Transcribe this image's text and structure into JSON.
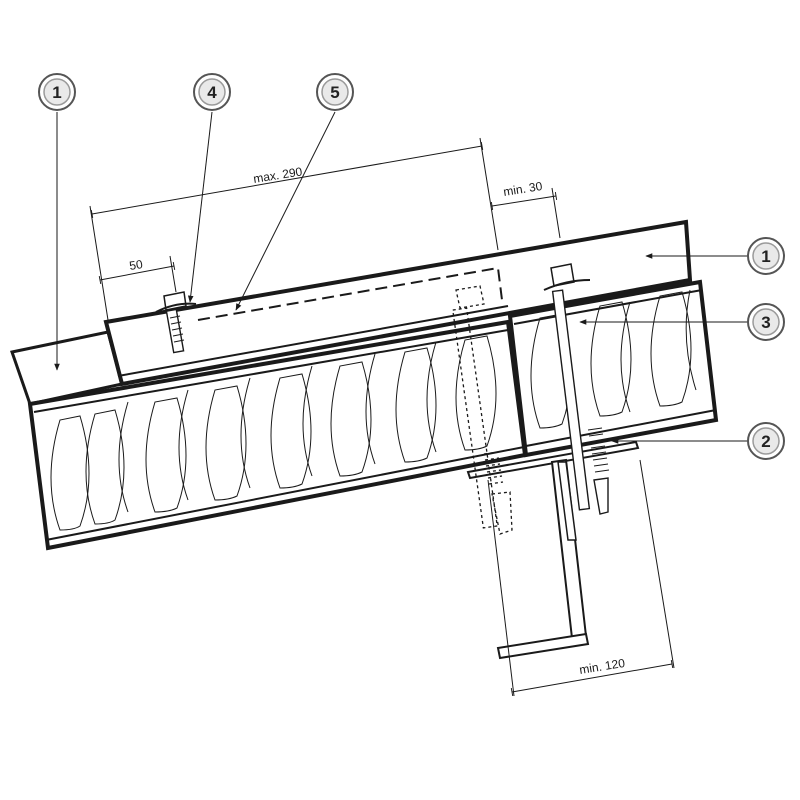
{
  "callouts": {
    "c1_left": "1",
    "c4": "4",
    "c5": "5",
    "c1_right": "1",
    "c3": "3",
    "c2": "2"
  },
  "dimensions": {
    "max_290": "max. 290",
    "min_30": "min. 30",
    "d50": "50",
    "min_120": "min. 120"
  },
  "colors": {
    "line": "#1a1a1a",
    "bubble_fill": "#e9e9e9"
  }
}
